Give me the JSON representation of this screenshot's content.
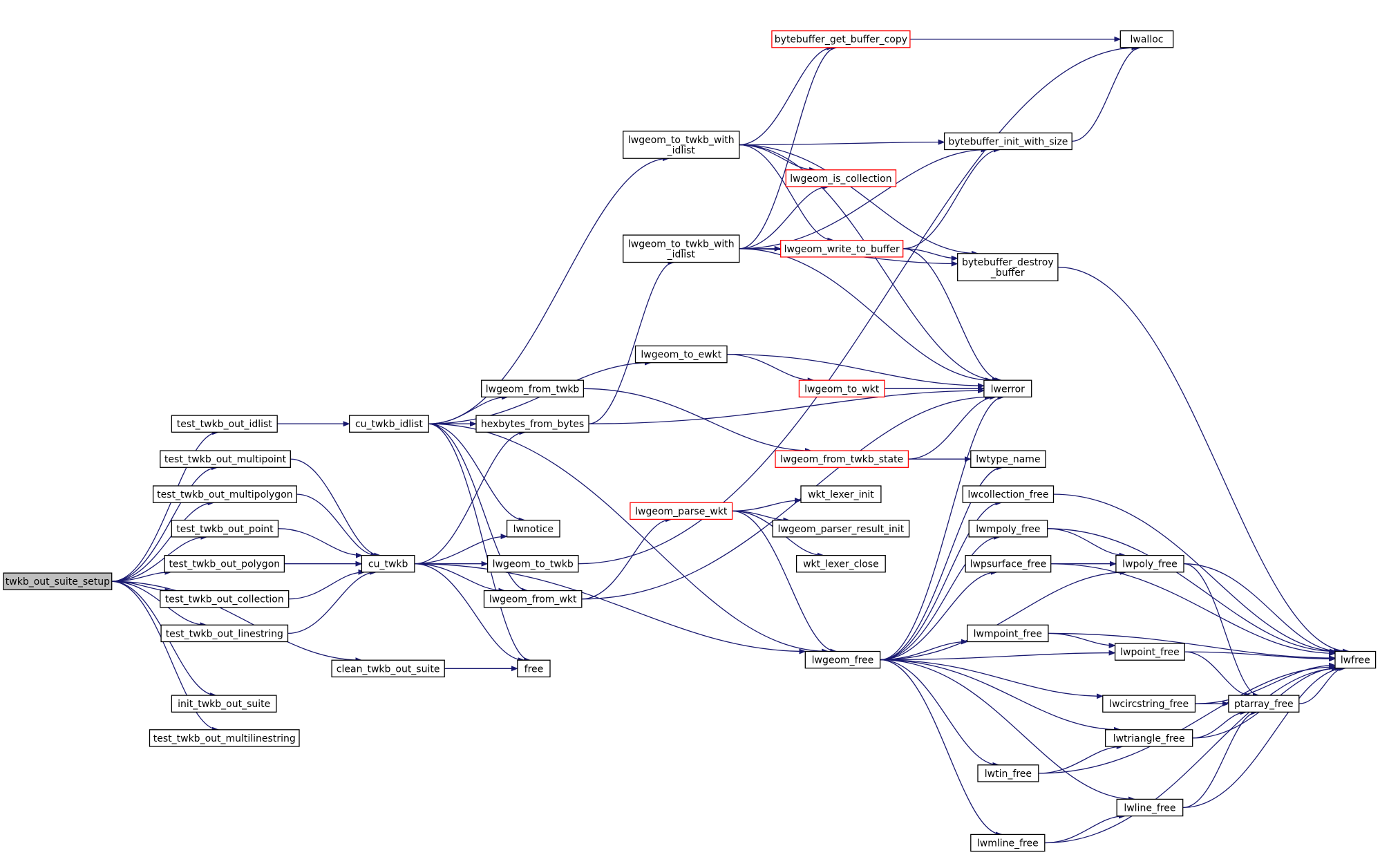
{
  "colors": {
    "edge": "#191970",
    "node_border": "#000000",
    "node_border_incomplete": "#ff0000",
    "node_fill": "#ffffff",
    "node_fill_root": "#bfbfbf",
    "text": "#000000"
  },
  "nodes": [
    {
      "id": "twkb_out_suite_setup",
      "lines": [
        "twkb_out_suite_setup"
      ],
      "style": "root"
    },
    {
      "id": "test_twkb_out_idlist",
      "lines": [
        "test_twkb_out_idlist"
      ],
      "style": "normal"
    },
    {
      "id": "test_twkb_out_multipoint",
      "lines": [
        "test_twkb_out_multipoint"
      ],
      "style": "normal"
    },
    {
      "id": "test_twkb_out_multipolygon",
      "lines": [
        "test_twkb_out_multipolygon"
      ],
      "style": "normal"
    },
    {
      "id": "test_twkb_out_point",
      "lines": [
        "test_twkb_out_point"
      ],
      "style": "normal"
    },
    {
      "id": "test_twkb_out_polygon",
      "lines": [
        "test_twkb_out_polygon"
      ],
      "style": "normal"
    },
    {
      "id": "test_twkb_out_collection",
      "lines": [
        "test_twkb_out_collection"
      ],
      "style": "normal"
    },
    {
      "id": "test_twkb_out_linestring",
      "lines": [
        "test_twkb_out_linestring"
      ],
      "style": "normal"
    },
    {
      "id": "clean_twkb_out_suite",
      "lines": [
        "clean_twkb_out_suite"
      ],
      "style": "normal"
    },
    {
      "id": "init_twkb_out_suite",
      "lines": [
        "init_twkb_out_suite"
      ],
      "style": "normal"
    },
    {
      "id": "test_twkb_out_multilinestring",
      "lines": [
        "test_twkb_out_multilinestring"
      ],
      "style": "normal"
    },
    {
      "id": "cu_twkb_idlist",
      "lines": [
        "cu_twkb_idlist"
      ],
      "style": "normal"
    },
    {
      "id": "cu_twkb",
      "lines": [
        "cu_twkb"
      ],
      "style": "normal"
    },
    {
      "id": "free",
      "lines": [
        "free"
      ],
      "style": "normal"
    },
    {
      "id": "lwgeom_from_twkb",
      "lines": [
        "lwgeom_from_twkb"
      ],
      "style": "normal"
    },
    {
      "id": "hexbytes_from_bytes",
      "lines": [
        "hexbytes_from_bytes"
      ],
      "style": "normal"
    },
    {
      "id": "lwnotice",
      "lines": [
        "lwnotice"
      ],
      "style": "normal"
    },
    {
      "id": "lwgeom_to_twkb",
      "lines": [
        "lwgeom_to_twkb"
      ],
      "style": "normal"
    },
    {
      "id": "lwgeom_from_wkt",
      "lines": [
        "lwgeom_from_wkt"
      ],
      "style": "normal"
    },
    {
      "id": "lwgeom_to_twkb_with_idlist_1",
      "lines": [
        "lwgeom_to_twkb_with",
        "_idlist"
      ],
      "style": "normal"
    },
    {
      "id": "lwgeom_to_twkb_with_idlist_2",
      "lines": [
        "lwgeom_to_twkb_with",
        "_idlist"
      ],
      "style": "normal"
    },
    {
      "id": "lwgeom_to_ewkt",
      "lines": [
        "lwgeom_to_ewkt"
      ],
      "style": "normal"
    },
    {
      "id": "lwgeom_parse_wkt",
      "lines": [
        "lwgeom_parse_wkt"
      ],
      "style": "incomplete"
    },
    {
      "id": "lwgeom_free",
      "lines": [
        "lwgeom_free"
      ],
      "style": "normal"
    },
    {
      "id": "bytebuffer_get_buffer_copy",
      "lines": [
        "bytebuffer_get_buffer_copy"
      ],
      "style": "incomplete"
    },
    {
      "id": "lwgeom_is_collection",
      "lines": [
        "lwgeom_is_collection"
      ],
      "style": "incomplete"
    },
    {
      "id": "lwgeom_write_to_buffer",
      "lines": [
        "lwgeom_write_to_buffer"
      ],
      "style": "incomplete"
    },
    {
      "id": "lwgeom_to_wkt",
      "lines": [
        "lwgeom_to_wkt"
      ],
      "style": "incomplete"
    },
    {
      "id": "lwgeom_from_twkb_state",
      "lines": [
        "lwgeom_from_twkb_state"
      ],
      "style": "incomplete"
    },
    {
      "id": "wkt_lexer_init",
      "lines": [
        "wkt_lexer_init"
      ],
      "style": "normal"
    },
    {
      "id": "lwgeom_parser_result_init",
      "lines": [
        "lwgeom_parser_result_init"
      ],
      "style": "normal"
    },
    {
      "id": "wkt_lexer_close",
      "lines": [
        "wkt_lexer_close"
      ],
      "style": "normal"
    },
    {
      "id": "lwalloc",
      "lines": [
        "lwalloc"
      ],
      "style": "normal"
    },
    {
      "id": "bytebuffer_init_with_size",
      "lines": [
        "bytebuffer_init_with_size"
      ],
      "style": "normal"
    },
    {
      "id": "bytebuffer_destroy_buffer",
      "lines": [
        "bytebuffer_destroy",
        "_buffer"
      ],
      "style": "normal"
    },
    {
      "id": "lwerror",
      "lines": [
        "lwerror"
      ],
      "style": "normal"
    },
    {
      "id": "lwtype_name",
      "lines": [
        "lwtype_name"
      ],
      "style": "normal"
    },
    {
      "id": "lwcollection_free",
      "lines": [
        "lwcollection_free"
      ],
      "style": "normal"
    },
    {
      "id": "lwmpoly_free",
      "lines": [
        "lwmpoly_free"
      ],
      "style": "normal"
    },
    {
      "id": "lwpsurface_free",
      "lines": [
        "lwpsurface_free"
      ],
      "style": "normal"
    },
    {
      "id": "lwmpoint_free",
      "lines": [
        "lwmpoint_free"
      ],
      "style": "normal"
    },
    {
      "id": "lwcircstring_free",
      "lines": [
        "lwcircstring_free"
      ],
      "style": "normal"
    },
    {
      "id": "lwtriangle_free",
      "lines": [
        "lwtriangle_free"
      ],
      "style": "normal"
    },
    {
      "id": "lwtin_free",
      "lines": [
        "lwtin_free"
      ],
      "style": "normal"
    },
    {
      "id": "lwline_free",
      "lines": [
        "lwline_free"
      ],
      "style": "normal"
    },
    {
      "id": "lwmline_free",
      "lines": [
        "lwmline_free"
      ],
      "style": "normal"
    },
    {
      "id": "lwpoly_free",
      "lines": [
        "lwpoly_free"
      ],
      "style": "normal"
    },
    {
      "id": "lwpoint_free",
      "lines": [
        "lwpoint_free"
      ],
      "style": "normal"
    },
    {
      "id": "ptarray_free",
      "lines": [
        "ptarray_free"
      ],
      "style": "normal"
    },
    {
      "id": "lwfree",
      "lines": [
        "lwfree"
      ],
      "style": "normal"
    }
  ],
  "edges": [
    [
      "twkb_out_suite_setup",
      "test_twkb_out_idlist"
    ],
    [
      "twkb_out_suite_setup",
      "test_twkb_out_multipoint"
    ],
    [
      "twkb_out_suite_setup",
      "test_twkb_out_multipolygon"
    ],
    [
      "twkb_out_suite_setup",
      "test_twkb_out_point"
    ],
    [
      "twkb_out_suite_setup",
      "test_twkb_out_polygon"
    ],
    [
      "twkb_out_suite_setup",
      "test_twkb_out_collection"
    ],
    [
      "twkb_out_suite_setup",
      "test_twkb_out_linestring"
    ],
    [
      "twkb_out_suite_setup",
      "clean_twkb_out_suite"
    ],
    [
      "twkb_out_suite_setup",
      "init_twkb_out_suite"
    ],
    [
      "twkb_out_suite_setup",
      "test_twkb_out_multilinestring"
    ],
    [
      "test_twkb_out_idlist",
      "cu_twkb_idlist"
    ],
    [
      "test_twkb_out_multipoint",
      "cu_twkb"
    ],
    [
      "test_twkb_out_multipolygon",
      "cu_twkb"
    ],
    [
      "test_twkb_out_point",
      "cu_twkb"
    ],
    [
      "test_twkb_out_polygon",
      "cu_twkb"
    ],
    [
      "test_twkb_out_collection",
      "cu_twkb"
    ],
    [
      "test_twkb_out_linestring",
      "cu_twkb"
    ],
    [
      "clean_twkb_out_suite",
      "free"
    ],
    [
      "cu_twkb_idlist",
      "lwgeom_to_twkb_with_idlist_1"
    ],
    [
      "cu_twkb_idlist",
      "lwgeom_to_ewkt"
    ],
    [
      "cu_twkb_idlist",
      "lwgeom_from_twkb"
    ],
    [
      "cu_twkb_idlist",
      "hexbytes_from_bytes"
    ],
    [
      "cu_twkb_idlist",
      "lwnotice"
    ],
    [
      "cu_twkb_idlist",
      "lwgeom_free"
    ],
    [
      "cu_twkb_idlist",
      "free"
    ],
    [
      "cu_twkb_idlist",
      "lwgeom_from_wkt"
    ],
    [
      "cu_twkb",
      "hexbytes_from_bytes"
    ],
    [
      "cu_twkb",
      "lwnotice"
    ],
    [
      "cu_twkb",
      "lwgeom_to_twkb"
    ],
    [
      "cu_twkb",
      "lwgeom_from_wkt"
    ],
    [
      "cu_twkb",
      "lwgeom_free"
    ],
    [
      "cu_twkb",
      "free"
    ],
    [
      "hexbytes_from_bytes",
      "lwgeom_to_twkb_with_idlist_2"
    ],
    [
      "hexbytes_from_bytes",
      "lwerror"
    ],
    [
      "lwgeom_to_twkb",
      "lwalloc"
    ],
    [
      "lwgeom_from_twkb",
      "lwgeom_from_twkb_state"
    ],
    [
      "lwgeom_from_wkt",
      "lwgeom_parse_wkt"
    ],
    [
      "lwgeom_from_wkt",
      "lwerror"
    ],
    [
      "lwgeom_to_twkb_with_idlist_1",
      "bytebuffer_get_buffer_copy"
    ],
    [
      "lwgeom_to_twkb_with_idlist_1",
      "bytebuffer_init_with_size"
    ],
    [
      "lwgeom_to_twkb_with_idlist_1",
      "bytebuffer_destroy_buffer"
    ],
    [
      "lwgeom_to_twkb_with_idlist_1",
      "lwgeom_is_collection"
    ],
    [
      "lwgeom_to_twkb_with_idlist_1",
      "lwgeom_write_to_buffer"
    ],
    [
      "lwgeom_to_twkb_with_idlist_1",
      "lwerror"
    ],
    [
      "lwgeom_to_twkb_with_idlist_2",
      "bytebuffer_get_buffer_copy"
    ],
    [
      "lwgeom_to_twkb_with_idlist_2",
      "lwgeom_is_collection"
    ],
    [
      "lwgeom_to_twkb_with_idlist_2",
      "bytebuffer_init_with_size"
    ],
    [
      "lwgeom_to_twkb_with_idlist_2",
      "lwgeom_write_to_buffer"
    ],
    [
      "lwgeom_to_twkb_with_idlist_2",
      "bytebuffer_destroy_buffer"
    ],
    [
      "lwgeom_to_twkb_with_idlist_2",
      "lwerror"
    ],
    [
      "lwgeom_to_ewkt",
      "lwgeom_to_wkt"
    ],
    [
      "lwgeom_to_ewkt",
      "lwerror"
    ],
    [
      "lwgeom_to_wkt",
      "lwerror"
    ],
    [
      "bytebuffer_get_buffer_copy",
      "lwalloc"
    ],
    [
      "bytebuffer_init_with_size",
      "lwalloc"
    ],
    [
      "lwgeom_write_to_buffer",
      "bytebuffer_init_with_size"
    ],
    [
      "lwgeom_write_to_buffer",
      "bytebuffer_destroy_buffer"
    ],
    [
      "lwgeom_write_to_buffer",
      "lwerror"
    ],
    [
      "bytebuffer_destroy_buffer",
      "lwfree"
    ],
    [
      "lwgeom_from_twkb_state",
      "lwerror"
    ],
    [
      "lwgeom_from_twkb_state",
      "lwtype_name"
    ],
    [
      "lwgeom_parse_wkt",
      "wkt_lexer_init"
    ],
    [
      "lwgeom_parse_wkt",
      "lwgeom_parser_result_init"
    ],
    [
      "lwgeom_parse_wkt",
      "wkt_lexer_close"
    ],
    [
      "lwgeom_parse_wkt",
      "lwgeom_free"
    ],
    [
      "lwgeom_free",
      "lwerror"
    ],
    [
      "lwgeom_free",
      "lwtype_name"
    ],
    [
      "lwgeom_free",
      "lwcollection_free"
    ],
    [
      "lwgeom_free",
      "lwmpoly_free"
    ],
    [
      "lwgeom_free",
      "lwpsurface_free"
    ],
    [
      "lwgeom_free",
      "lwpoly_free"
    ],
    [
      "lwgeom_free",
      "lwmpoint_free"
    ],
    [
      "lwgeom_free",
      "lwpoint_free"
    ],
    [
      "lwgeom_free",
      "lwcircstring_free"
    ],
    [
      "lwgeom_free",
      "lwtriangle_free"
    ],
    [
      "lwgeom_free",
      "lwtin_free"
    ],
    [
      "lwgeom_free",
      "lwline_free"
    ],
    [
      "lwgeom_free",
      "lwmline_free"
    ],
    [
      "lwcollection_free",
      "lwfree"
    ],
    [
      "lwmpoly_free",
      "lwpoly_free"
    ],
    [
      "lwmpoly_free",
      "lwfree"
    ],
    [
      "lwpsurface_free",
      "lwpoly_free"
    ],
    [
      "lwpsurface_free",
      "lwfree"
    ],
    [
      "lwpoly_free",
      "ptarray_free"
    ],
    [
      "lwpoly_free",
      "lwfree"
    ],
    [
      "lwmpoint_free",
      "lwpoint_free"
    ],
    [
      "lwmpoint_free",
      "lwfree"
    ],
    [
      "lwpoint_free",
      "ptarray_free"
    ],
    [
      "lwpoint_free",
      "lwfree"
    ],
    [
      "lwcircstring_free",
      "ptarray_free"
    ],
    [
      "lwcircstring_free",
      "lwfree"
    ],
    [
      "lwtriangle_free",
      "ptarray_free"
    ],
    [
      "lwtriangle_free",
      "lwfree"
    ],
    [
      "lwtin_free",
      "lwtriangle_free"
    ],
    [
      "lwtin_free",
      "lwfree"
    ],
    [
      "lwline_free",
      "ptarray_free"
    ],
    [
      "lwline_free",
      "lwfree"
    ],
    [
      "lwmline_free",
      "lwline_free"
    ],
    [
      "lwmline_free",
      "lwfree"
    ],
    [
      "ptarray_free",
      "lwfree"
    ]
  ]
}
